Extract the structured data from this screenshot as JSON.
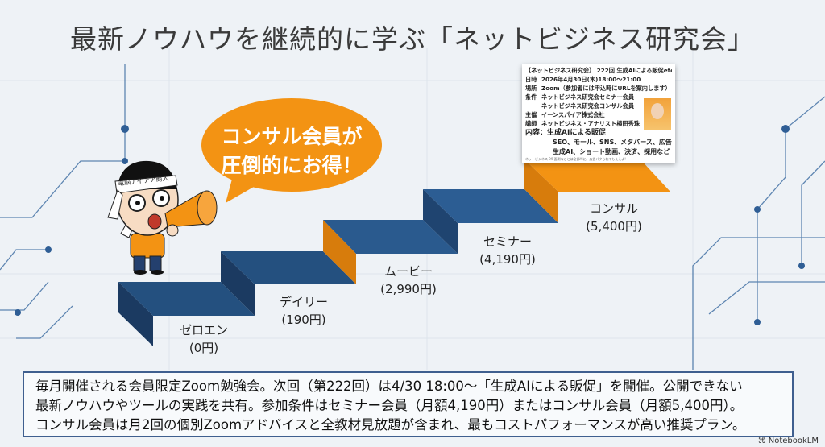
{
  "title": "最新ノウハウを継続的に学ぶ「ネットビジネス研究会」",
  "bubble": {
    "line1": "コンサル会員が",
    "line2": "圧倒的にお得！"
  },
  "character": {
    "headband": "電脳アイデア商人"
  },
  "steps": [
    {
      "name": "ゼロエン",
      "price": "(0円)"
    },
    {
      "name": "デイリー",
      "price": "(190円)"
    },
    {
      "name": "ムービー",
      "price": "(2,990円)"
    },
    {
      "name": "セミナー",
      "price": "(4,190円)"
    },
    {
      "name": "コンサル",
      "price": "(5,400円)"
    }
  ],
  "flyer": {
    "heading": "【ネットビジネス研究会】 222回 生成AIによる販促etc",
    "rows": [
      {
        "k": "日時",
        "v": "2026年4月30日(木)18:00〜21:00"
      },
      {
        "k": "場所",
        "v": "Zoom（参加者には申込時にURLを案内します）"
      },
      {
        "k": "条件",
        "v": "ネットビジネス研究会セミナー会員"
      },
      {
        "k": "",
        "v": "ネットビジネス研究会コンサル会員"
      },
      {
        "k": "主催",
        "v": "イーンスパイア株式会社"
      },
      {
        "k": "講師",
        "v": "ネットビジネス・アナリスト横田秀珠"
      }
    ],
    "content_label": "内容：生成AIによる販促",
    "content_lines": [
      "SEO、モール、SNS、メタバース、広告",
      "生成AI、ショート動画、決済、採用など"
    ],
    "footer": "ネットビジネス 99 面倒なことは全部AIに。広告パクられてもええよ!"
  },
  "summary": [
    "毎月開催される会員限定Zoom勉強会。次回（第222回）は4/30  18:00〜「生成AIによる販促」を開催。公開できない",
    "最新ノウハウやツールの実践を共有。参加条件はセミナー会員（月額4,190円）またはコンサル会員（月額5,400円）。",
    "コンサル会員は月2回の個別Zoomアドバイスと全教材見放題が含まれ、最もコストパフォーマンスが高い推奨プラン。"
  ],
  "watermark": "NotebookLM",
  "colors": {
    "navy": "#24507f",
    "navy_dark": "#1b3a61",
    "orange": "#f39313",
    "orange_dark": "#d77c0c"
  }
}
